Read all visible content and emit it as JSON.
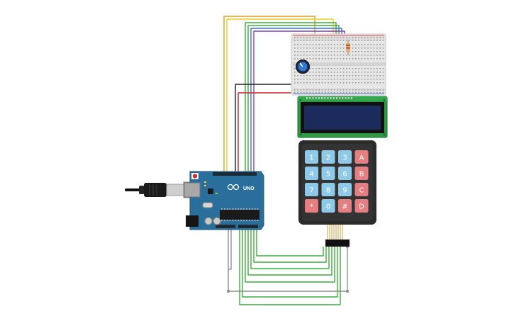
{
  "board": {
    "label": "UNO",
    "brand_color": "#2a6f9b",
    "header_color": "#1e2a33"
  },
  "lcd": {
    "bezel_color": "#2f9a45",
    "screen_color": "#1a2b5c"
  },
  "keypad": {
    "keys": [
      {
        "label": "1",
        "kind": "num"
      },
      {
        "label": "2",
        "kind": "num"
      },
      {
        "label": "3",
        "kind": "num"
      },
      {
        "label": "A",
        "kind": "letter"
      },
      {
        "label": "4",
        "kind": "num"
      },
      {
        "label": "5",
        "kind": "num"
      },
      {
        "label": "6",
        "kind": "num"
      },
      {
        "label": "B",
        "kind": "letter"
      },
      {
        "label": "7",
        "kind": "num"
      },
      {
        "label": "8",
        "kind": "num"
      },
      {
        "label": "9",
        "kind": "num"
      },
      {
        "label": "C",
        "kind": "letter"
      },
      {
        "label": "*",
        "kind": "letter"
      },
      {
        "label": "0",
        "kind": "num"
      },
      {
        "label": "#",
        "kind": "letter"
      },
      {
        "label": "D",
        "kind": "letter"
      }
    ],
    "num_color": "#8fc9e8",
    "letter_color": "#e57e80",
    "body_color": "#2b2b2b"
  },
  "wire_colors": {
    "orange": "#e0a020",
    "yellow": "#e8d020",
    "green": "#3cae3c",
    "blue": "#3a6fd6",
    "purple": "#7a3fbf",
    "red": "#d0222a",
    "black": "#222222",
    "gray": "#909090"
  }
}
